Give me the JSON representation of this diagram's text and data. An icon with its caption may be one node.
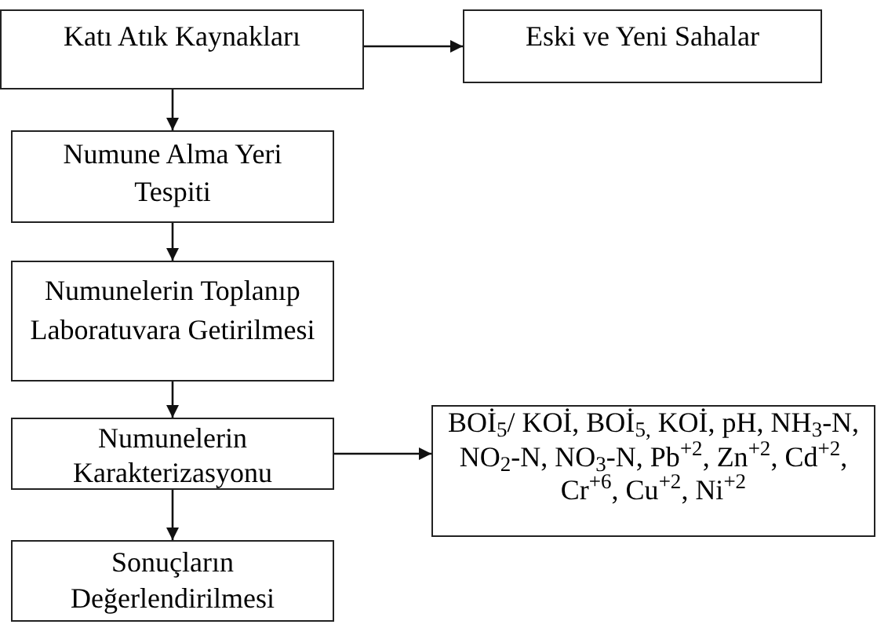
{
  "diagram": {
    "nodes": [
      {
        "text": [
          "Katı Atık Kaynakları"
        ]
      },
      {
        "text": [
          "Eski ve Yeni Sahalar"
        ]
      },
      {
        "text": [
          "Numune Alma Yeri Tespiti"
        ]
      },
      {
        "text": [
          "Numunelerin Toplanıp Laboratuvara Getirilmesi"
        ]
      },
      {
        "text": [
          "Numunelerin Karakterizasyonu"
        ]
      },
      {
        "text": [
          "BOİ$_{5}$/ KOİ, BOİ$_{5,}$ KOİ, pH, NH$_{3}$-N, NO$_{2}$-N, NO$_{3}$-N, Pb$^{+2}$, Zn$^{+2}$, Cd$^{+2}$, Cr$^{+6}$, Cu$^{+2}$, Ni$^{+2}$"
        ]
      },
      {
        "text": [
          "Sonuçların Değerlendirilmesi"
        ]
      }
    ],
    "edges": [
      {
        "from": 0,
        "to": 1,
        "arrow": "to"
      },
      {
        "from": 0,
        "to": 2,
        "arrow": "to"
      },
      {
        "from": 2,
        "to": 3,
        "arrow": "to"
      },
      {
        "from": 3,
        "to": 4,
        "arrow": "to"
      },
      {
        "from": 4,
        "to": 5,
        "arrow": "to"
      },
      {
        "from": 4,
        "to": 6,
        "arrow": "to"
      }
    ]
  }
}
